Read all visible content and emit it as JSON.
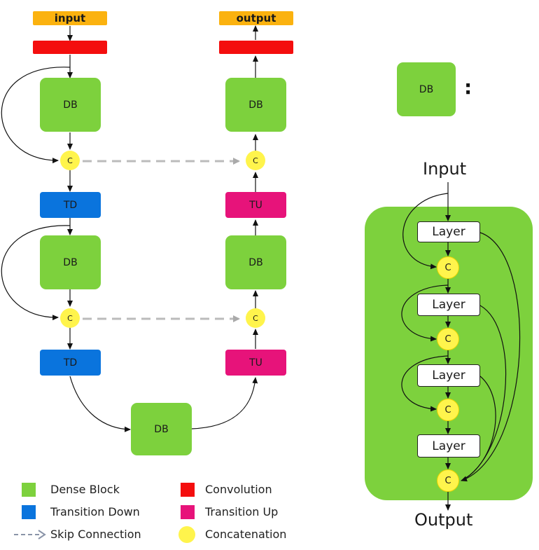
{
  "labels": {
    "input": "input",
    "output": "output",
    "db": "DB",
    "td": "TD",
    "tu": "TU",
    "concat": "C",
    "detail_concat": "C",
    "layer": "Layer",
    "detail_input": "Input",
    "detail_output": "Output",
    "colon": ":"
  },
  "legend": {
    "dense_block": "Dense Block",
    "transition_down": "Transition Down",
    "skip_connection": "Skip Connection",
    "convolution": "Convolution",
    "transition_up": "Transition Up",
    "concatenation": "Concatenation"
  },
  "colors": {
    "io": "#fbb20f",
    "convolution": "#f40e0e",
    "dense_block": "#7dd13d",
    "transition_down": "#0a74dd",
    "transition_up": "#e7137a",
    "concatenation": "#fff44c",
    "skip": "#bbbbbb"
  }
}
